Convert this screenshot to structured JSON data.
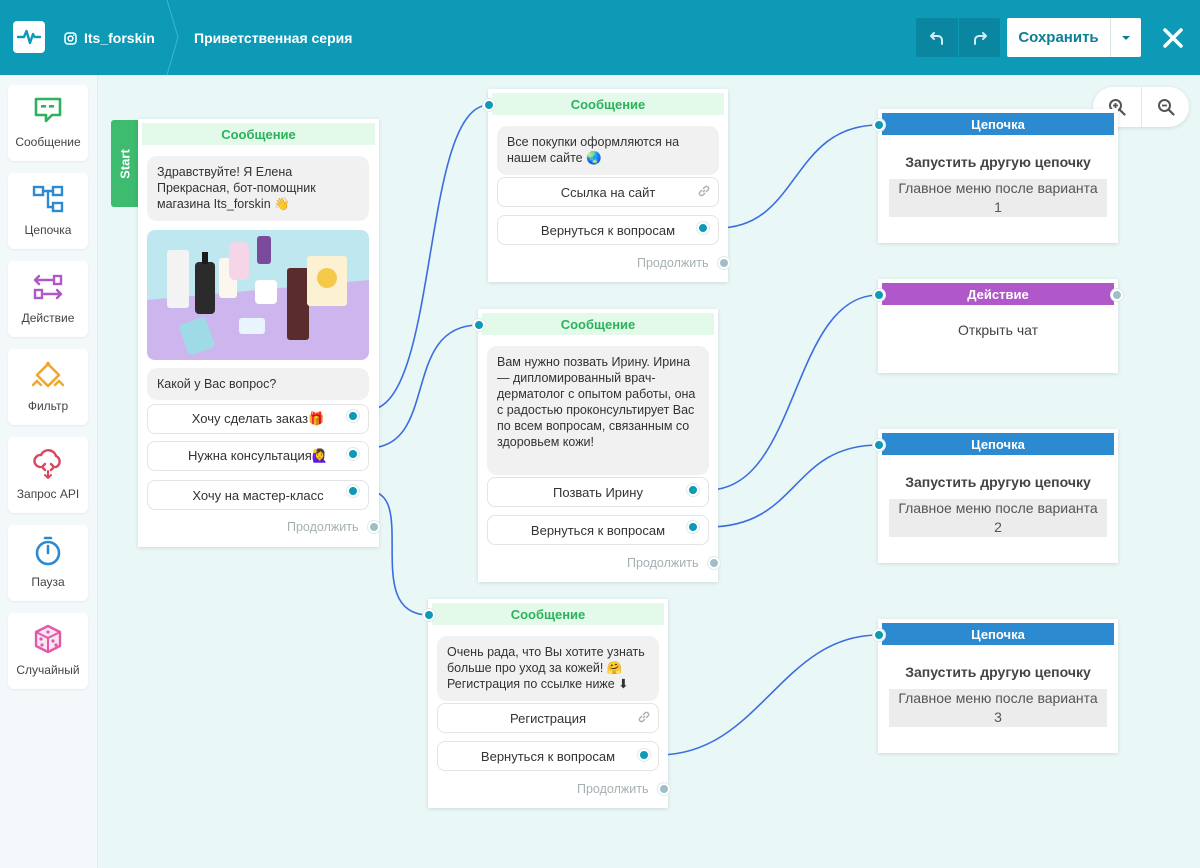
{
  "header": {
    "account": "Its_forskin",
    "series_title": "Приветственная серия",
    "save_label": "Сохранить"
  },
  "sidebar": {
    "items": [
      {
        "label": "Сообщение",
        "icon": "message-icon",
        "color": "#2bb35c"
      },
      {
        "label": "Цепочка",
        "icon": "chain-icon",
        "color": "#2c8bd0"
      },
      {
        "label": "Действие",
        "icon": "action-icon",
        "color": "#b058c9"
      },
      {
        "label": "Фильтр",
        "icon": "filter-icon",
        "color": "#f3a62d"
      },
      {
        "label": "Запрос API",
        "icon": "api-icon",
        "color": "#d9475f"
      },
      {
        "label": "Пауза",
        "icon": "pause-icon",
        "color": "#2c8bd0"
      },
      {
        "label": "Случайный",
        "icon": "dice-icon",
        "color": "#e05aa8"
      }
    ]
  },
  "start": {
    "label": "Start"
  },
  "nodes": {
    "main": {
      "title": "Сообщение",
      "text": "Здравствуйте! Я Елена Прекрасная, бот-помощник магазина Its_forskin 👋",
      "question": "Какой у Вас вопрос?",
      "buttons": [
        "Хочу сделать заказ🎁",
        "Нужна консультация🙋‍♀️",
        "Хочу на мастер-класс"
      ],
      "continue": "Продолжить"
    },
    "order": {
      "title": "Сообщение",
      "text": "Все покупки оформляются на нашем сайте 🌏",
      "buttons": [
        "Ссылка на сайт",
        "Вернуться к вопросам"
      ],
      "continue": "Продолжить"
    },
    "consult": {
      "title": "Сообщение",
      "text": "Вам нужно позвать Ирину. Ирина — дипломированный врач-дерматолог с опытом работы, она с радостью проконсультирует Вас по всем вопросам, связанным со здоровьем кожи!",
      "buttons": [
        "Позвать Ирину",
        "Вернуться к вопросам"
      ],
      "continue": "Продолжить"
    },
    "master": {
      "title": "Сообщение",
      "text": "Очень рада, что Вы хотите узнать больше про уход за кожей! 🤗 Регистрация по ссылке ниже ⬇",
      "buttons": [
        "Регистрация",
        "Вернуться к вопросам"
      ],
      "continue": "Продолжить"
    },
    "chain1": {
      "title": "Цепочка",
      "action": "Запустить другую цепочку",
      "target": "Главное меню после варианта 1"
    },
    "action1": {
      "title": "Действие",
      "action": "Открыть чат"
    },
    "chain2": {
      "title": "Цепочка",
      "action": "Запустить другую цепочку",
      "target": "Главное меню после варианта 2"
    },
    "chain3": {
      "title": "Цепочка",
      "action": "Запустить другую цепочку",
      "target": "Главное меню после варианта 3"
    }
  },
  "colors": {
    "header": "#0c9ab7",
    "message": "#2bb35c",
    "chain": "#2c8bd0",
    "action": "#b058c9",
    "wire": "#3a6ee0"
  }
}
